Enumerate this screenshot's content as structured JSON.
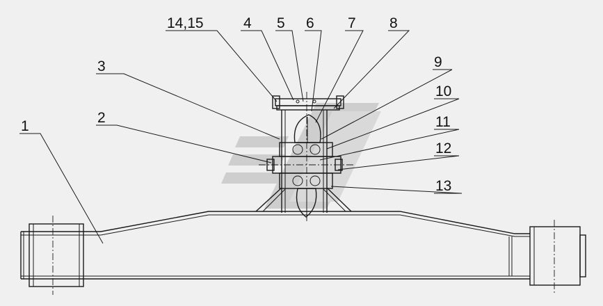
{
  "watermark": {
    "icon": "chevron-logo-watermark",
    "color": "#c8c8c8"
  },
  "callouts": [
    {
      "id": "c-14-15",
      "label": "14,15"
    },
    {
      "id": "c-4",
      "label": "4"
    },
    {
      "id": "c-5",
      "label": "5"
    },
    {
      "id": "c-6",
      "label": "6"
    },
    {
      "id": "c-7",
      "label": "7"
    },
    {
      "id": "c-8",
      "label": "8"
    },
    {
      "id": "c-9",
      "label": "9"
    },
    {
      "id": "c-3",
      "label": "3"
    },
    {
      "id": "c-10",
      "label": "10"
    },
    {
      "id": "c-2",
      "label": "2"
    },
    {
      "id": "c-11",
      "label": "11"
    },
    {
      "id": "c-1",
      "label": "1"
    },
    {
      "id": "c-12",
      "label": "12"
    },
    {
      "id": "c-13",
      "label": "13"
    }
  ]
}
